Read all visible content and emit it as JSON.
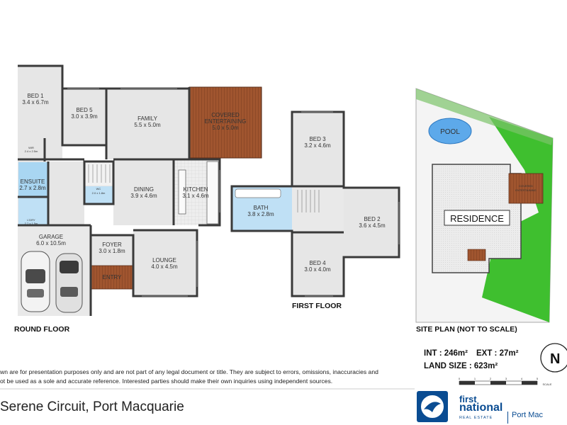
{
  "ground_floor": {
    "label": "ROUND FLOOR",
    "rooms": {
      "bed1": {
        "name": "BED 1",
        "size": "3.4 x 6.7m"
      },
      "bed5": {
        "name": "BED 5",
        "size": "3.0 x 3.9m"
      },
      "family": {
        "name": "FAMILY",
        "size": "5.5 x 5.0m"
      },
      "covered": {
        "name": "COVERED",
        "name2": "ENTERTAINING",
        "size": "5.0 x 5.0m"
      },
      "wir": {
        "name": "WIR",
        "size": "2.4 x 2.5m"
      },
      "ensuite": {
        "name": "ENSUITE",
        "size": "2.7 x 2.8m"
      },
      "wc": {
        "name": "WC",
        "size": "2.0 x 1.8m"
      },
      "dining": {
        "name": "DINING",
        "size": "3.9 x 4.6m"
      },
      "kitchen": {
        "name": "KITCHEN",
        "size": "3.1 x 4.6m"
      },
      "ldry": {
        "name": "L'DRY",
        "size": "2.7 x 1.5m"
      },
      "garage": {
        "name": "GARAGE",
        "size": "6.0 x 10.5m"
      },
      "foyer": {
        "name": "FOYER",
        "size": "3.0 x 1.8m"
      },
      "lounge": {
        "name": "LOUNGE",
        "size": "4.0 x 4.5m"
      },
      "entry": {
        "name": "ENTRY"
      }
    }
  },
  "first_floor": {
    "label": "FIRST FLOOR",
    "rooms": {
      "bed3": {
        "name": "BED 3",
        "size": "3.2 x 4.6m"
      },
      "bath": {
        "name": "BATH",
        "size": "3.8 x 2.8m"
      },
      "bed2": {
        "name": "BED 2",
        "size": "3.6 x 4.5m"
      },
      "bed4": {
        "name": "BED 4",
        "size": "3.0 x 4.0m"
      }
    }
  },
  "site_plan": {
    "label": "SITE PLAN (NOT TO SCALE)",
    "pool": "POOL",
    "residence": "RESIDENCE",
    "covered": "COVERED",
    "covered2": "ENTERTAINING"
  },
  "stats": {
    "int": "INT : 246m²",
    "ext": "EXT : 27m²",
    "land": "LAND SIZE : 623m²"
  },
  "scale": {
    "ticks": [
      "0",
      "1",
      "2",
      "3",
      "4",
      "5"
    ],
    "label": "SCALE"
  },
  "compass": "N",
  "disclaimer": {
    "line1": "wn are for presentation purposes only and are not part of any legal document or title. They are subject to errors, omissions, inaccuracies and",
    "line2": "ot be used as a sole and accurate reference. Interested parties should make their own inquiries using independent sources."
  },
  "address": "Serene Circuit, Port Macquarie",
  "logo": {
    "first": "first",
    "national": "national",
    "sub": "REAL ESTATE",
    "office": "Port Mac"
  },
  "colors": {
    "room_fill": "#e6e6e6",
    "wall": "#3a3a3a",
    "deck": "#8b4a2f",
    "water": "#5da9ea",
    "lawn": "#3fbf2f",
    "brand": "#0a4c92"
  }
}
